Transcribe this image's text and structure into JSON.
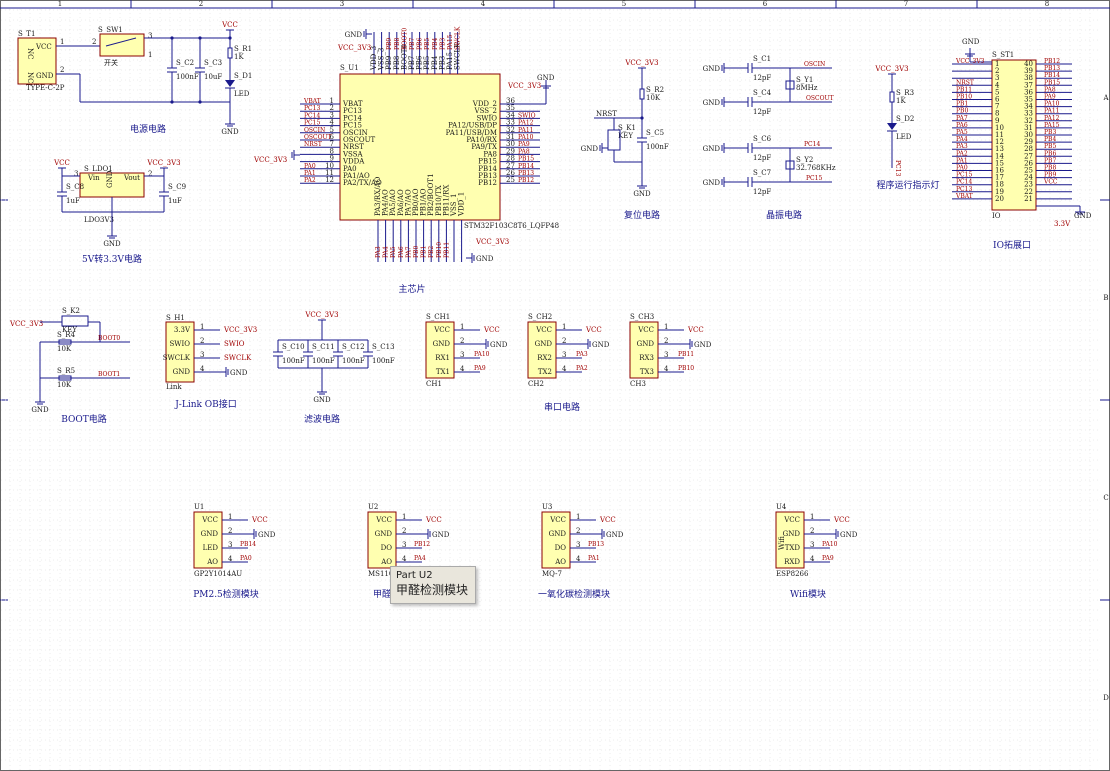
{
  "sheet": {
    "columns": [
      "1",
      "2",
      "3",
      "4",
      "5",
      "6",
      "7",
      "8"
    ],
    "rows_right": [
      "A",
      "B",
      "C",
      "D"
    ]
  },
  "power": {
    "t1": {
      "ref": "S_T1",
      "type": "TYPE-C-2P",
      "pins": [
        "VCC",
        "GND"
      ],
      "side": [
        "NC",
        "NC"
      ]
    },
    "sw1": {
      "ref": "S_SW1",
      "name": "开关"
    },
    "c2": {
      "ref": "S_C2",
      "val": "100nF"
    },
    "c3": {
      "ref": "S_C3",
      "val": "10uF"
    },
    "r1": {
      "ref": "S_R1",
      "val": "1K"
    },
    "d1": {
      "ref": "S_D1",
      "val": "LED"
    },
    "vcc": "VCC",
    "gnd": "GND",
    "title": "电源电路"
  },
  "ldo": {
    "ref": "S_LDO1",
    "part": "LDO3V3",
    "vin": "Vin",
    "vout": "Vout",
    "gnd": "GND",
    "c8": {
      "ref": "S_C8",
      "val": "1uF"
    },
    "c9": {
      "ref": "S_C9",
      "val": "1uF"
    },
    "vcc": "VCC",
    "v33": "VCC_3V3",
    "title": "5V转3.3V电路"
  },
  "mcu": {
    "ref": "S_U1",
    "part": "STM32F103C8T6_LQFP48",
    "title": "主芯片",
    "left_pins": [
      "VBAT",
      "PC13",
      "PC14",
      "PC15",
      "OSCIN",
      "OSCOUT",
      "NRST",
      "VSSA",
      "VDDA",
      "PA0",
      "PA1/AO",
      "PA2/TX/AO"
    ],
    "left_nums": [
      "1",
      "2",
      "3",
      "4",
      "5",
      "6",
      "7",
      "8",
      "9",
      "10",
      "11",
      "12"
    ],
    "left_nets": [
      "VBAT",
      "PC13",
      "PC14",
      "PC15",
      "OSCIN",
      "OSCOUT",
      "NRST",
      "",
      "",
      "PA0",
      "PA1",
      "PA2"
    ],
    "right_pins": [
      "VDD_2",
      "VSS_2",
      "SWIO",
      "PA12/USB/DP",
      "PA11/USB/DM",
      "PA10/RX",
      "PA9/TX",
      "PA8",
      "PB15",
      "PB14",
      "PB13",
      "PB12"
    ],
    "right_nums": [
      "36",
      "35",
      "34",
      "33",
      "32",
      "31",
      "30",
      "29",
      "28",
      "27",
      "26",
      "25"
    ],
    "right_nets": [
      "",
      "",
      "SWIO",
      "PA12",
      "PA11",
      "PA10",
      "PA9",
      "PA8",
      "PB15",
      "PB14",
      "PB13",
      "PB12"
    ],
    "top_pins": [
      "VDD_3",
      "VSS_3",
      "PB9",
      "PB8",
      "BOOT0",
      "PB7",
      "PB6",
      "PB5",
      "PB4",
      "PB3",
      "PA15",
      "SWCLK"
    ],
    "top_nets": [
      "",
      "",
      "PB9",
      "PB8",
      "BOOT0",
      "PB7",
      "PB6",
      "PB5",
      "PB4",
      "PB3",
      "PA15",
      "SWCLK"
    ],
    "bottom_pins": [
      "PA3/RX/AO",
      "PA4/AO",
      "PA5/AO",
      "PA6/AO",
      "PA7/AO",
      "PB0/AO",
      "PB1/AO",
      "PB2/BOOT1",
      "PB10/TX",
      "PB11/RX",
      "VSS_1",
      "VDD_1"
    ],
    "bottom_nets": [
      "PA3",
      "PA4",
      "PA5",
      "PA6",
      "PA7",
      "PB0",
      "PB1",
      "PB2",
      "PB10",
      "PB11",
      "",
      ""
    ],
    "vcc33": "VCC_3V3",
    "gnd": "GND"
  },
  "reset": {
    "ref": "S_K1",
    "name": "KEY",
    "r2": {
      "ref": "S_R2",
      "val": "10K"
    },
    "c5": {
      "ref": "S_C5",
      "val": "100nF"
    },
    "nrst": "NRST",
    "v33": "VCC_3V3",
    "gnd": "GND",
    "title": "复位电路"
  },
  "crystal": {
    "c1": {
      "ref": "S_C1",
      "val": "12pF"
    },
    "c4": {
      "ref": "S_C4",
      "val": "12pF"
    },
    "y1": {
      "ref": "S_Y1",
      "val": "8MHz"
    },
    "c6": {
      "ref": "S_C6",
      "val": "12pF"
    },
    "c7": {
      "ref": "S_C7",
      "val": "12pF"
    },
    "y2": {
      "ref": "S_Y2",
      "val": "32.768KHz"
    },
    "nets": [
      "OSCIN",
      "OSCOUT",
      "PC14",
      "PC15"
    ],
    "gnd": "GND",
    "title": "晶振电路"
  },
  "led": {
    "r3": {
      "ref": "S_R3",
      "val": "1K"
    },
    "d2": {
      "ref": "S_D2",
      "val": "LED"
    },
    "v33": "VCC_3V3",
    "net": "PC13",
    "title": "程序运行指示灯"
  },
  "io": {
    "ref": "S_ST1",
    "part": "IO",
    "title": "IO拓展口",
    "left_nets": [
      "VCC_3V3",
      "",
      "",
      "NRST",
      "PB11",
      "PB10",
      "PB1",
      "PB0",
      "PA7",
      "PA6",
      "PA5",
      "PA4",
      "PA3",
      "PA2",
      "PA1",
      "PA0",
      "PC15",
      "PC14",
      "PC13",
      "VBAT"
    ],
    "left_nums": [
      "1",
      "2",
      "3",
      "4",
      "5",
      "6",
      "7",
      "8",
      "9",
      "10",
      "11",
      "12",
      "13",
      "14",
      "15",
      "16",
      "17",
      "18",
      "19",
      "20"
    ],
    "right_nums": [
      "40",
      "39",
      "38",
      "37",
      "36",
      "35",
      "34",
      "33",
      "32",
      "31",
      "30",
      "29",
      "28",
      "27",
      "26",
      "25",
      "24",
      "23",
      "22",
      "21"
    ],
    "right_nets": [
      "PB12",
      "PB13",
      "PB14",
      "PB15",
      "PA8",
      "PA9",
      "PA10",
      "PA11",
      "PA12",
      "PA15",
      "PB3",
      "PB4",
      "PB5",
      "PB6",
      "PB7",
      "PB8",
      "PB9",
      "VCC",
      "",
      ""
    ],
    "v33": "3.3V",
    "gnd": "GND"
  },
  "boot": {
    "k2": {
      "ref": "S_K2",
      "val": "KEY"
    },
    "r4": {
      "ref": "S_R4",
      "val": "10K"
    },
    "r5": {
      "ref": "S_R5",
      "val": "10K"
    },
    "nets": [
      "BOOT0",
      "BOOT1"
    ],
    "v33": "VCC_3V3",
    "gnd": "GND",
    "title": "BOOT电路"
  },
  "jlink": {
    "ref": "S_H1",
    "part": "Link",
    "pins": [
      "3.3V",
      "SWIO",
      "SWCLK",
      "GND"
    ],
    "nets": [
      "VCC_3V3",
      "SWIO",
      "SWCLK",
      "GND"
    ],
    "title": "J-Link OB接口"
  },
  "filter": {
    "caps": [
      {
        "ref": "S_C10",
        "val": "100nF"
      },
      {
        "ref": "S_C11",
        "val": "100nF"
      },
      {
        "ref": "S_C12",
        "val": "100nF"
      },
      {
        "ref": "S_C13",
        "val": "100nF"
      }
    ],
    "v33": "VCC_3V3",
    "gnd": "GND",
    "title": "滤波电路"
  },
  "serial": {
    "title": "串口电路",
    "ports": [
      {
        "ref": "S_CH1",
        "part": "CH1",
        "pins": [
          "VCC",
          "GND",
          "RX1",
          "TX1"
        ],
        "nets": [
          "VCC",
          "GND",
          "PA10",
          "PA9"
        ]
      },
      {
        "ref": "S_CH2",
        "part": "CH2",
        "pins": [
          "VCC",
          "GND",
          "RX2",
          "TX2"
        ],
        "nets": [
          "VCC",
          "GND",
          "PA3",
          "PA2"
        ]
      },
      {
        "ref": "S_CH3",
        "part": "CH3",
        "pins": [
          "VCC",
          "GND",
          "RX3",
          "TX3"
        ],
        "nets": [
          "VCC",
          "GND",
          "PB11",
          "PB10"
        ]
      }
    ]
  },
  "modules": [
    {
      "ref": "U1",
      "part": "GP2Y1014AU",
      "pins": [
        "VCC",
        "GND",
        "LED",
        "AO"
      ],
      "nets": [
        "VCC",
        "GND",
        "PB14",
        "PA0"
      ],
      "title": "PM2.5检测模块"
    },
    {
      "ref": "U2",
      "part": "MS1100",
      "pins": [
        "VCC",
        "GND",
        "DO",
        "AO"
      ],
      "nets": [
        "VCC",
        "GND",
        "PB12",
        "PA4"
      ],
      "title": "甲醛检测模块"
    },
    {
      "ref": "U3",
      "part": "MQ-7",
      "pins": [
        "VCC",
        "GND",
        "DO",
        "AO"
      ],
      "nets": [
        "VCC",
        "GND",
        "PB13",
        "PA1"
      ],
      "title": "一氧化碳检测模块"
    },
    {
      "ref": "U4",
      "part": "ESP8266",
      "pins": [
        "VCC",
        "GND",
        "TXD",
        "RXD"
      ],
      "nets": [
        "VCC",
        "GND",
        "PA10",
        "PA9"
      ],
      "inner": "Wifi",
      "title": "Wifi模块"
    }
  ],
  "tooltip": {
    "line1": "Part U2",
    "line2": "甲醛检测模块"
  }
}
